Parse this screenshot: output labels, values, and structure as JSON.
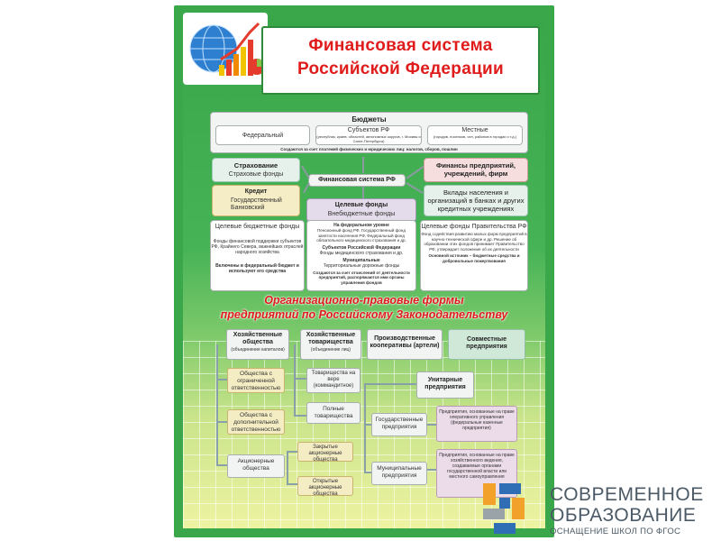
{
  "poster": {
    "title_line1": "Финансовая система",
    "title_line2": "Российской Федерации",
    "colors": {
      "title": "#e01b1b",
      "frame_green": "#3aa84a"
    }
  },
  "budgets": {
    "header": "Бюджеты",
    "federal": "Федеральный",
    "subjects_title": "Субъектов РФ",
    "subjects_note": "(республик, краев, областей, автономных округов, г. Москвы и Санкт-Петербурга)",
    "local_title": "Местные",
    "local_note": "(городов, поселков, сел, районов в городах и т.д.)",
    "footnote": "Создаются за счет платежей физических и юридических лиц: налогов, сборов, пошлин"
  },
  "center": "Финансовая система РФ",
  "insurance": {
    "title": "Страхование",
    "sub": "Страховые фонды"
  },
  "credit": {
    "title": "Кредит",
    "item1": "Государственный",
    "item2": "Банковский"
  },
  "finances": "Финансы предприятий, учреждений, фирм",
  "deposits": "Вклады населения и организаций в банках и других кредитных учреждениях",
  "target_funds": {
    "title": "Целевые фонды",
    "sub": "Внебюджетные фонды"
  },
  "left_funds": {
    "title": "Целевые бюджетные фонды",
    "body": "Фонды финансовой поддержки субъектов РФ, Крайнего Севера, важнейших отраслей народного хозяйства",
    "bottom": "Включены в федеральный бюджет и используют его средства"
  },
  "mid_funds": {
    "fed_title": "На федеральном уровне",
    "fed_body": "Пенсионный фонд РФ, Государственный фонд занятости населения РФ, Федеральный фонд обязательного медицинского страхования и др.",
    "subj_title": "Субъектов Российской Федерации",
    "subj_body": "Фонды медицинского страхования и др.",
    "mun_title": "Муниципальные",
    "mun_body": "Территориальные дорожные фонды",
    "bottom": "Создаются за счет отчислений от деятельности предприятий, распоряжаются ими органы управления фондов"
  },
  "gov_funds": {
    "title": "Целевые фонды Правительства РФ",
    "body": "Фонд содействия развитию малых форм предприятий в научно-технической сфере и др. Решение об образовании этих фондов принимает Правительство РФ, утверждает положение об их деятельности",
    "bottom": "Основной источник – бюджетные средства и добровольные пожертвования"
  },
  "org": {
    "title_line1": "Организационно-правовые формы",
    "title_line2": "предприятий по Российскому Законодательству",
    "business": "Хозяйственные общества",
    "business_note": "(объединение капиталов)",
    "partnerships": "Хозяйственные товарищества",
    "partnerships_note": "(объединение лиц)",
    "cooperatives": "Производственные кооперативы (артели)",
    "joint": "Совместные предприятия",
    "llc": "Общества с ограниченной ответственностью",
    "alc": "Общества с дополнительной ответственностью",
    "jsc": "Акционерные общества",
    "closed_jsc": "Закрытые акционерные общества",
    "open_jsc": "Открытые акционерные общества",
    "commandite": "Товарищества на вере (коммандитное)",
    "full": "Полные товарищества",
    "unitary": "Унитарные предприятия",
    "state": "Государственные предприятия",
    "municipal": "Муниципальные предприятия",
    "op_mgmt": "Предприятия, основанные на праве оперативного управления (федеральные казенные предприятия)",
    "econ_mgmt": "Предприятия, основанные на праве хозяйственного ведения, создаваемые органами государственной власти или местного самоуправления"
  },
  "brand": {
    "line1": "СОВРЕМЕННОЕ",
    "line2": "ОБРАЗОВАНИЕ",
    "line3": "ОСНАЩЕНИЕ ШКОЛ ПО ФГОС",
    "colors": {
      "blue": "#2f6db5",
      "orange": "#f2a22a",
      "gray": "#9aa3a8"
    }
  }
}
